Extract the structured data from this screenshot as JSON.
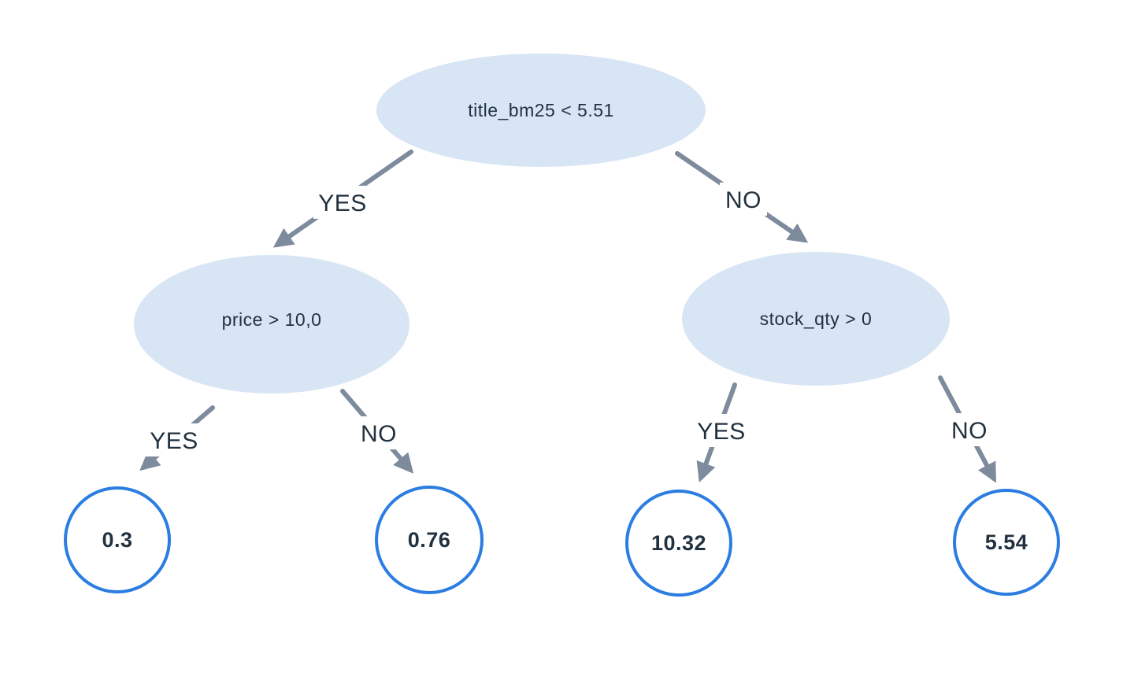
{
  "diagram": {
    "type": "decision-tree",
    "tree": {
      "root": {
        "label": "title_bm25 < 5.51",
        "yes_label": "YES",
        "no_label": "NO"
      },
      "left_child": {
        "label": "price > 10,0",
        "yes_label": "YES",
        "no_label": "NO"
      },
      "right_child": {
        "label": "stock_qty > 0",
        "yes_label": "YES",
        "no_label": "NO"
      },
      "leaves": {
        "left_yes_value": "0.3",
        "left_no_value": "0.76",
        "right_yes_value": "10.32",
        "right_no_value": "5.54"
      }
    },
    "colors": {
      "background": "#ffffff",
      "decision_node_fill": "#d8e5f4",
      "leaf_node_stroke": "#2b7de1",
      "leaf_node_fill": "#ffffff",
      "arrow": "#7d8b9c",
      "text": "#22313f"
    }
  }
}
